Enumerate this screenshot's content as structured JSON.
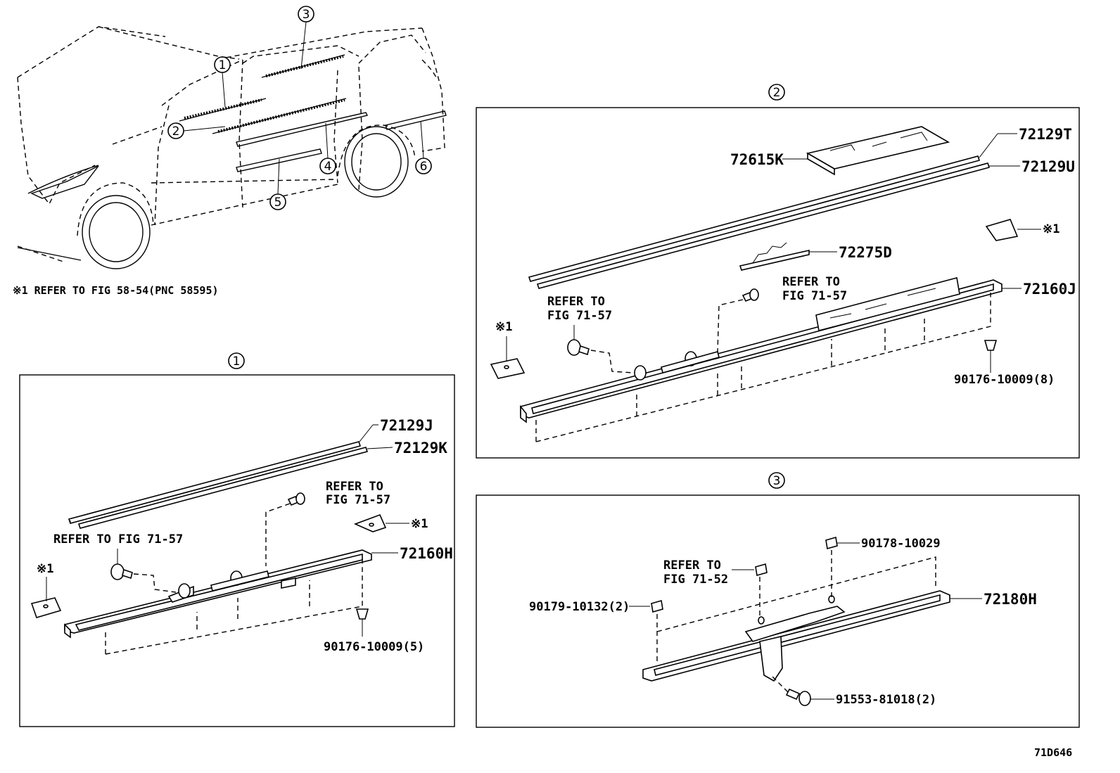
{
  "overview": {
    "callouts": [
      "1",
      "2",
      "3",
      "4",
      "5",
      "6"
    ],
    "note": "※1 REFER TO FIG 58-54(PNC 58595)"
  },
  "panel1": {
    "title": "1",
    "parts": {
      "p72129J": "72129J",
      "p72129K": "72129K",
      "p72160H": "72160H",
      "p90176_5": "90176-10009(5)"
    },
    "refer_upper": [
      "REFER TO",
      "FIG 71-57"
    ],
    "refer_left": "REFER TO FIG 71-57",
    "note_mark": "※1"
  },
  "panel2": {
    "title": "2",
    "parts": {
      "p72129T": "72129T",
      "p72129U": "72129U",
      "p72615K": "72615K",
      "p72275D": "72275D",
      "p72160J": "72160J",
      "p90176_8": "90176-10009(8)"
    },
    "refer_upper": [
      "REFER TO",
      "FIG 71-57"
    ],
    "refer_left": [
      "REFER TO",
      "FIG 71-57"
    ],
    "note_mark": "※1"
  },
  "panel3": {
    "title": "3",
    "parts": {
      "p90178": "90178-10029",
      "p90179": "90179-10132(2)",
      "p72180H": "72180H",
      "p91553": "91553-81018(2)"
    },
    "refer": [
      "REFER TO",
      "FIG 71-52"
    ]
  },
  "figure_code": "71D646"
}
